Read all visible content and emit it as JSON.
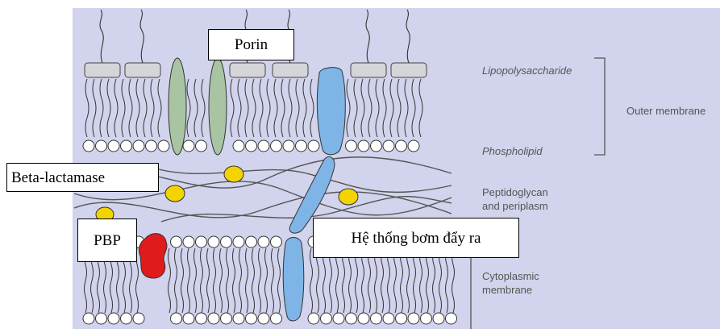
{
  "callouts": {
    "porin": "Porin",
    "beta_lactamase": "Beta-lactamase",
    "pbp": "PBP",
    "efflux_pump": "Hệ thống bơm đẩy ra"
  },
  "legend": {
    "lipopolysaccharide": "Lipopolysaccharide",
    "phospholipid": "Phospholipid",
    "outer_membrane": "Outer membrane",
    "peptidoglycan_line1": "Peptidoglycan",
    "peptidoglycan_line2": "and periplasm",
    "cytoplasmic_line1": "Cytoplasmic",
    "cytoplasmic_line2": "membrane"
  },
  "colors": {
    "background": "#d2d3ec",
    "porin": "#a9c4a3",
    "efflux_pump": "#7fb5e6",
    "beta_lactamase": "#f3d400",
    "pbp": "#e01b1b",
    "lps_cap": "#d4d5d8"
  }
}
